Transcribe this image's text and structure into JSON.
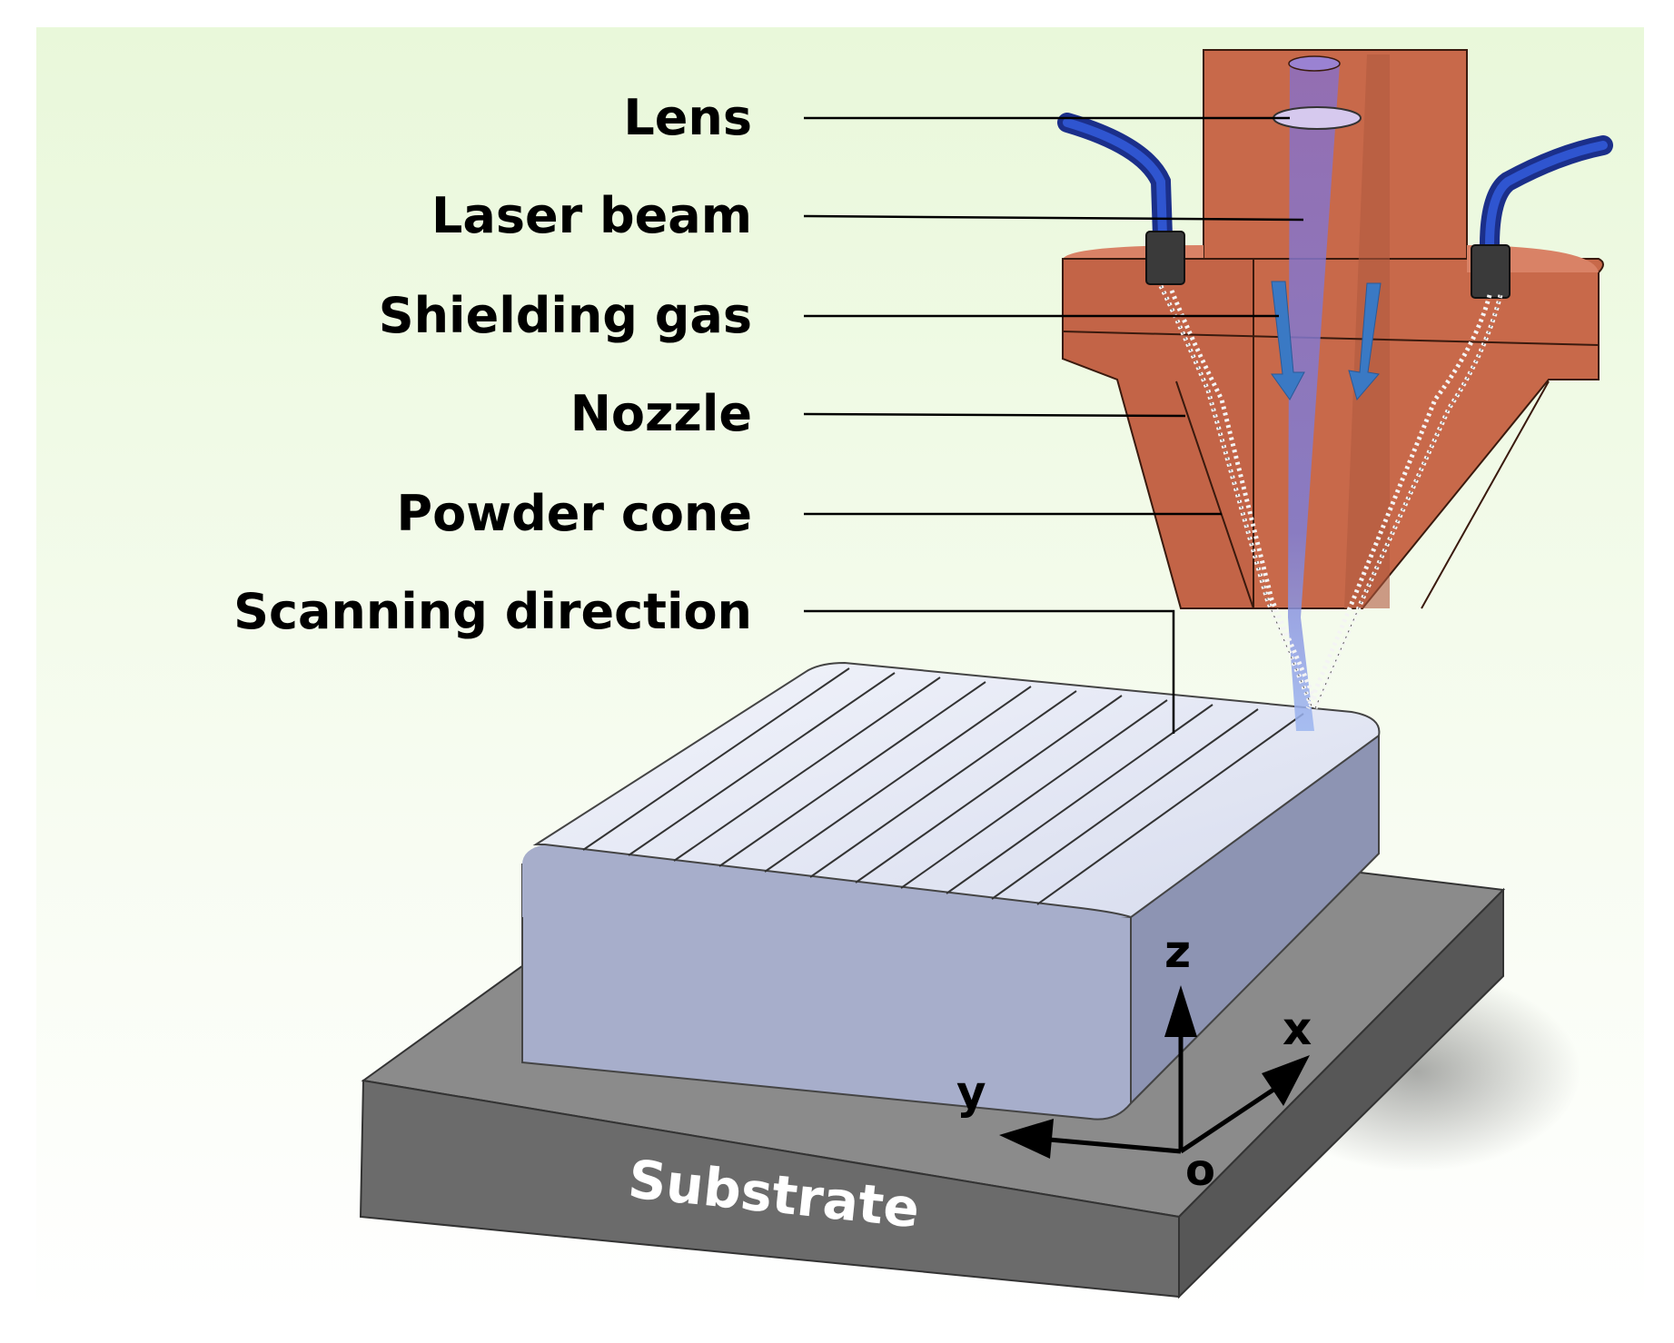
{
  "labels": {
    "lens": "Lens",
    "laser_beam": "Laser beam",
    "shielding_gas": "Shielding gas",
    "nozzle": "Nozzle",
    "powder_cone": "Powder cone",
    "scanning_direction": "Scanning direction"
  },
  "substrate": "Substrate",
  "axes": {
    "z": "z",
    "x": "x",
    "y": "y",
    "origin": "o"
  },
  "colors": {
    "background_top": "#e9f8da",
    "background_bottom": "#ffffff",
    "nozzle": "#c8694a",
    "nozzle_dark": "#a9533a",
    "laser": "#8a6fc4",
    "gas_arrow": "#3a79c4",
    "hose": "#1f3fb0",
    "deposit": "#a9b0c9",
    "deposit_top": "#e6e9f5",
    "substrate": "#6b6b6b",
    "substrate_top": "#8a8a8a"
  }
}
